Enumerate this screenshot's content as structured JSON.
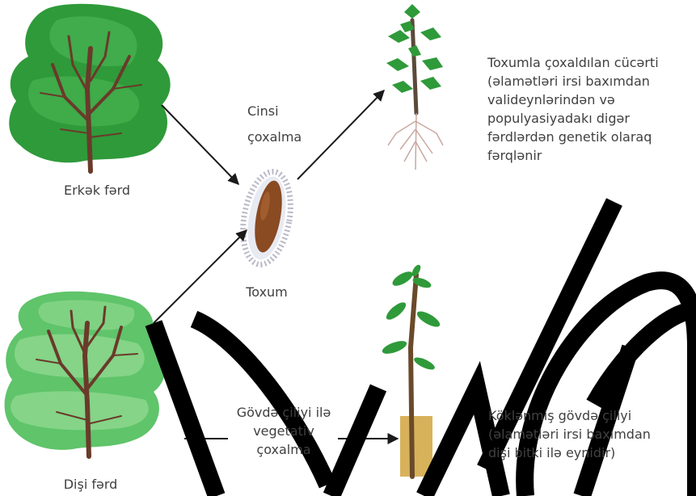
{
  "labels": {
    "male": "Erkək fərd",
    "female": "Dişi fərd",
    "seed": "Toxum",
    "sexual_line1": "Cinsi",
    "sexual_line2": "çoxalma",
    "veg_line1": "Gövdə çiliyi ilə",
    "veg_line2": "vegetativ",
    "veg_line3": "çoxalma",
    "seedling_desc": "Toxumla çoxaldılan cücərti\n(əlamətləri irsi baxımdan\nvalideynlərindən və\npopulyasiyadakı digər\nfərdlərdən genetik olaraq\nfərqlənir",
    "cutting_desc": "Köklənmiş gövdə çiliyi\n(əlamətləri irsi baxımdan\ndişi bitki ilə eynidir)"
  },
  "colors": {
    "tree_dark": "#2f9a3a",
    "tree_mid": "#3fb04a",
    "tree_light": "#5fc46a",
    "female_light": "#8ed88f",
    "trunk": "#6a3a2a",
    "seed": "#8a4a22",
    "soil": "#d8b25a",
    "watermark": "#000000"
  }
}
